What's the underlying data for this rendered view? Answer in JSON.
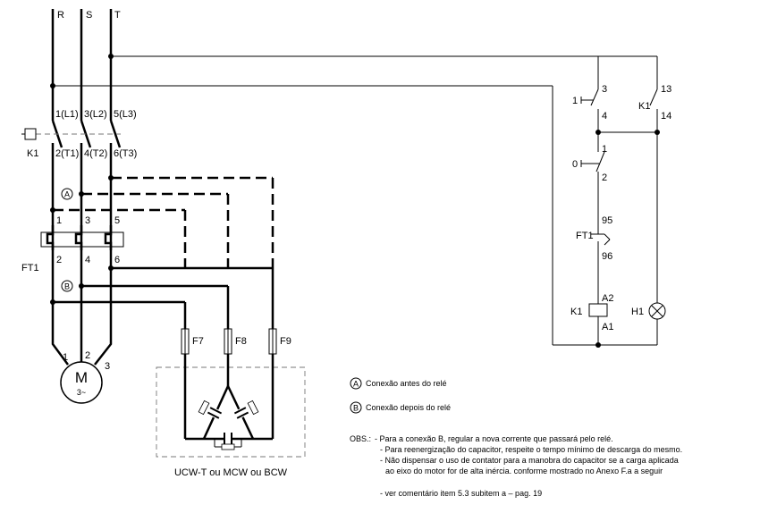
{
  "phases": {
    "r": "R",
    "s": "S",
    "t": "T"
  },
  "contactor_main": {
    "name": "K1",
    "in1": "1(L1)",
    "in2": "3(L2)",
    "in3": "5(L3)",
    "out1": "2(T1)",
    "out2": "4(T2)",
    "out3": "6(T3)"
  },
  "overload_relay": {
    "name": "FT1",
    "t1": "1",
    "t3": "3",
    "t5": "5",
    "t2": "2",
    "t4": "4",
    "t6": "6"
  },
  "connection_marks": {
    "a": "A",
    "b": "B"
  },
  "motor": {
    "letter": "M",
    "sub": "3~",
    "t1": "1",
    "t2": "2",
    "t3": "3"
  },
  "fuses": {
    "f7": "F7",
    "f8": "F8",
    "f9": "F9"
  },
  "capacitor_box_label": "UCW-T ou MCW ou BCW",
  "control_circuit": {
    "start_button": "1",
    "start_terminals": {
      "top": "3",
      "bottom": "4"
    },
    "stop_button": "0",
    "stop_terminals": {
      "top": "1",
      "bottom": "2"
    },
    "aux_contact": {
      "name": "K1",
      "top": "13",
      "bottom": "14"
    },
    "relay_contact": {
      "name": "FT1",
      "top": "95",
      "bottom": "96"
    },
    "coil": {
      "name": "K1",
      "top": "A2",
      "bottom": "A1"
    },
    "lamp": {
      "name": "H1"
    }
  },
  "legend": {
    "a_symbol": "A",
    "a_text": "Conexão antes do relé",
    "b_symbol": "B",
    "b_text": "Conexão depois do relé"
  },
  "notes": {
    "prefix": "OBS.:",
    "line1": "- Para a conexão B, regular a nova corrente que passará pelo relé.",
    "line2": "- Para reenergização do capacitor, respeite o tempo mínimo de descarga do mesmo.",
    "line3": "- Não dispensar o uso de contator para a manobra do capacitor se a carga aplicada",
    "line4": "ao eixo do motor for de alta inércia. conforme mostrado no Anexo F.a a seguir",
    "reference": "- ver comentário item 5.3 subitem a – pag. 19"
  }
}
